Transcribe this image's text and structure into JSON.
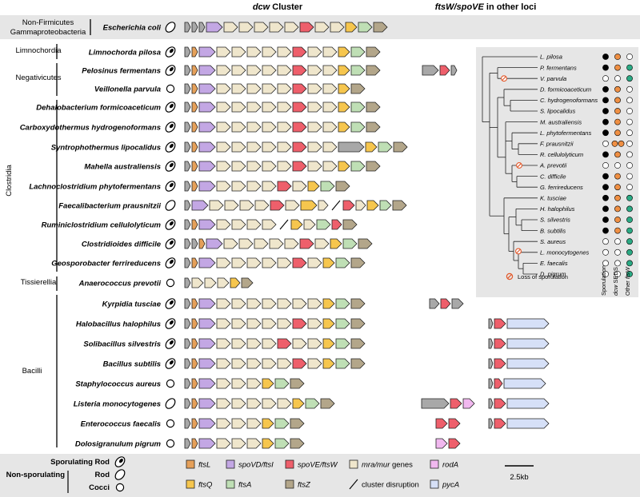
{
  "header": {
    "dcw_title_italic": "dcw",
    "dcw_title_rest": " Cluster",
    "loci_title_italic": "ftsW/spoVE",
    "loci_title_rest": " in other loci"
  },
  "colors": {
    "ftsL": "#e5a05a",
    "spoVD": "#c3a7e4",
    "spoVE": "#ee5f6b",
    "mramur": "#efe6cc",
    "rodA": "#f1b8ef",
    "ftsQ": "#f6c64e",
    "ftsA": "#bfdfb5",
    "ftsZ": "#b3a68a",
    "pycA": "#d6e0f7",
    "other": "#a8a8a8",
    "sporulation": "#000000",
    "seds": "#ef8f43",
    "other_ftsw": "#2baa84",
    "loss": "#e2582a",
    "band": "#e6e6e6"
  },
  "groups": [
    {
      "name": "Non-Firmicutes",
      "name2": "Gammaproteobacteria"
    },
    {
      "name": "Limnochordia"
    },
    {
      "name": "Negativicutes"
    },
    {
      "name": "Clostridia"
    },
    {
      "name": "Tissierellia"
    },
    {
      "name": "Bacilli"
    }
  ],
  "species": [
    {
      "name": "Escherichia coli",
      "morph": "rod"
    },
    {
      "name": "Limnochorda pilosa",
      "morph": "spore"
    },
    {
      "name": "Pelosinus fermentans",
      "morph": "spore"
    },
    {
      "name": "Veillonella parvula",
      "morph": "coccus"
    },
    {
      "name": "Dehalobacterium formicoaceticum",
      "morph": "spore"
    },
    {
      "name": "Carboxydothermus hydrogenoformans",
      "morph": "spore"
    },
    {
      "name": "Syntrophothermus lipocalidus",
      "morph": "spore"
    },
    {
      "name": "Mahella australiensis",
      "morph": "spore"
    },
    {
      "name": "Lachnoclostridium phytofermentans",
      "morph": "spore"
    },
    {
      "name": "Faecalibacterium prausnitzii",
      "morph": "rod"
    },
    {
      "name": "Ruminiclostridium cellulolyticum",
      "morph": "spore"
    },
    {
      "name": "Clostridioides difficile",
      "morph": "spore"
    },
    {
      "name": "Geosporobacter ferrireducens",
      "morph": "spore"
    },
    {
      "name": "Anaerococcus prevotii",
      "morph": "coccus"
    },
    {
      "name": "Kyrpidia tusciae",
      "morph": "spore"
    },
    {
      "name": "Halobacillus halophilus",
      "morph": "spore"
    },
    {
      "name": "Solibacillus silvestris",
      "morph": "spore"
    },
    {
      "name": "Bacillus subtilis",
      "morph": "spore"
    },
    {
      "name": "Staphylococcus aureus",
      "morph": "coccus"
    },
    {
      "name": "Listeria monocytogenes",
      "morph": "rod"
    },
    {
      "name": "Enterococcus faecalis",
      "morph": "coccus"
    },
    {
      "name": "Dolosigranulum pigrum",
      "morph": "coccus"
    }
  ],
  "tree": {
    "taxa": [
      {
        "name": "L. pilosa",
        "spor": 1,
        "seds": 1,
        "other": 0
      },
      {
        "name": "P. fermentans",
        "spor": 1,
        "seds": 1,
        "other": 1
      },
      {
        "name": "V. parvula",
        "spor": 0,
        "seds": 0,
        "other": 1
      },
      {
        "name": "D. formicoaceticum",
        "spor": 1,
        "seds": 1,
        "other": 0
      },
      {
        "name": "C. hydrogenoformans",
        "spor": 1,
        "seds": 1,
        "other": 0
      },
      {
        "name": "S. lipocalidus",
        "spor": 1,
        "seds": 1,
        "other": 0
      },
      {
        "name": "M. australiensis",
        "spor": 1,
        "seds": 1,
        "other": 0
      },
      {
        "name": "L. phytofermentans",
        "spor": 1,
        "seds": 1,
        "other": 0
      },
      {
        "name": "F. prausnitzii",
        "spor": 0,
        "seds": 2,
        "other": 0
      },
      {
        "name": "R. cellulolyticum",
        "spor": 1,
        "seds": 1,
        "other": 0
      },
      {
        "name": "A. prevotii",
        "spor": 0,
        "seds": 0,
        "other": 0
      },
      {
        "name": "C. difficile",
        "spor": 1,
        "seds": 1,
        "other": 0
      },
      {
        "name": "G. ferrireducens",
        "spor": 1,
        "seds": 1,
        "other": 0
      },
      {
        "name": "K. tusciae",
        "spor": 1,
        "seds": 1,
        "other": 1
      },
      {
        "name": "H. halophilus",
        "spor": 1,
        "seds": 1,
        "other": 1
      },
      {
        "name": "S. silvestris",
        "spor": 1,
        "seds": 1,
        "other": 1
      },
      {
        "name": "B. subtilis",
        "spor": 1,
        "seds": 1,
        "other": 1
      },
      {
        "name": "S. aureus",
        "spor": 0,
        "seds": 0,
        "other": 1
      },
      {
        "name": "L. monocytogenes",
        "spor": 0,
        "seds": 0,
        "other": 1
      },
      {
        "name": "E. faecalis",
        "spor": 0,
        "seds": 0,
        "other": 1
      },
      {
        "name": "D. pigrum",
        "spor": 0,
        "seds": 0,
        "other": 1
      }
    ],
    "columns": [
      {
        "label": "Sporulation",
        "italic": ""
      },
      {
        "label": " SEDS",
        "italic": "dcw"
      },
      {
        "label": "Other ",
        "italic": "ftsW"
      }
    ],
    "loss_label": "Loss of sporulation"
  },
  "legend": {
    "morphology": [
      {
        "label": "Sporulating Rod"
      },
      {
        "label": "Non-sporulating"
      },
      {
        "label": "Rod"
      },
      {
        "label": "Cocci"
      }
    ],
    "genes": [
      {
        "label": "ftsL",
        "italic": "ftsL",
        "rest": ""
      },
      {
        "label": "spoVD/ftsI",
        "italic": "spoVD/ftsI",
        "rest": ""
      },
      {
        "label": "spoVE/ftsW",
        "italic": "spoVE/ftsW",
        "rest": ""
      },
      {
        "label": "mra/mur genes",
        "italic": "mra/mur",
        "rest": " genes"
      },
      {
        "label": "rodA",
        "italic": "rodA",
        "rest": ""
      },
      {
        "label": "ftsQ",
        "italic": "ftsQ",
        "rest": ""
      },
      {
        "label": "ftsA",
        "italic": "ftsA",
        "rest": ""
      },
      {
        "label": "ftsZ",
        "italic": "ftsZ",
        "rest": ""
      },
      {
        "label": "cluster disruption",
        "italic": "",
        "rest": "cluster disruption"
      },
      {
        "label": "pycA",
        "italic": "pycA",
        "rest": ""
      }
    ],
    "scale": "2.5kb"
  }
}
